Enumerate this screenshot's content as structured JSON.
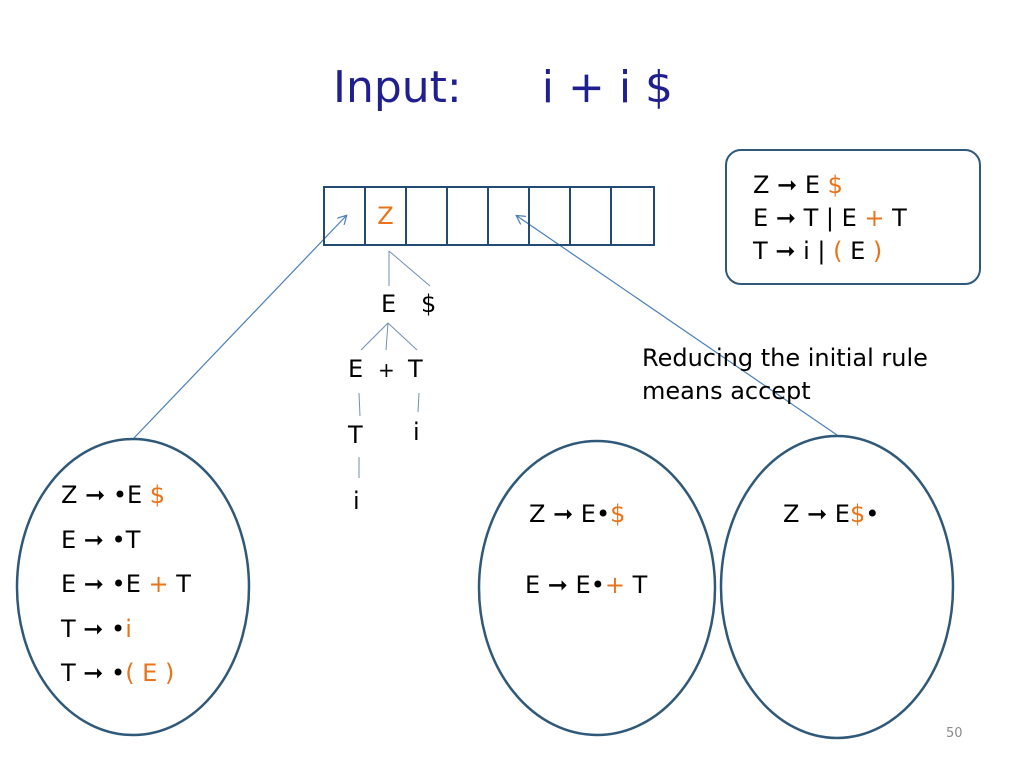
{
  "title": {
    "label": "Input:",
    "input_string": "i + i $"
  },
  "stack": {
    "cells": [
      "",
      "Z",
      "",
      "",
      "",
      "",
      "",
      ""
    ]
  },
  "grammar": {
    "rules": [
      {
        "lhs": "Z",
        "arrow": "➞",
        "rhs_a": "E",
        "rhs_b": "$"
      },
      {
        "lhs": "E",
        "arrow": "➞",
        "rhs_a": "T | E",
        "rhs_op": "+",
        "rhs_c": "T"
      },
      {
        "lhs": "T",
        "arrow": "➞",
        "rhs_a": "i |",
        "open": "(",
        "mid": "E",
        "close": ")"
      }
    ]
  },
  "tree": {
    "e": "E",
    "dollar": "$",
    "e2": "E",
    "plus": "+",
    "t": "T",
    "t2": "T",
    "i_right": "i",
    "i_left": "i"
  },
  "note": {
    "line1": "Reducing the initial rule",
    "line2": "means accept"
  },
  "states": {
    "left": [
      {
        "pre": "Z ➞ ",
        "dot": "•",
        "sym": "E ",
        "hl": "$",
        "post": ""
      },
      {
        "pre": "E ➞ ",
        "dot": "•",
        "sym": "T",
        "hl": "",
        "post": ""
      },
      {
        "pre": "E ➞ ",
        "dot": "•",
        "sym": "E ",
        "hl": "+",
        "post": " T"
      },
      {
        "pre": "T ➞ ",
        "dot": "•",
        "sym": "",
        "hl": "i",
        "post": ""
      },
      {
        "pre": "T ➞ ",
        "dot": "•",
        "sym": "",
        "hl": "( E )",
        "post": ""
      }
    ],
    "middle": [
      {
        "pre": "Z ➞ E",
        "dot": "•",
        "hl": "$",
        "post": ""
      },
      {
        "pre": "E ➞ E",
        "dot": "•",
        "hl": "+",
        "post": " T"
      }
    ],
    "right": [
      {
        "pre": "Z ➞ E",
        "hl": "$",
        "dot": "•"
      }
    ]
  },
  "page_number": "50",
  "colors": {
    "title": "#1f1f8f",
    "highlight": "#e8731a",
    "outline": "#2f5879",
    "arrow": "#4a7fb8"
  }
}
